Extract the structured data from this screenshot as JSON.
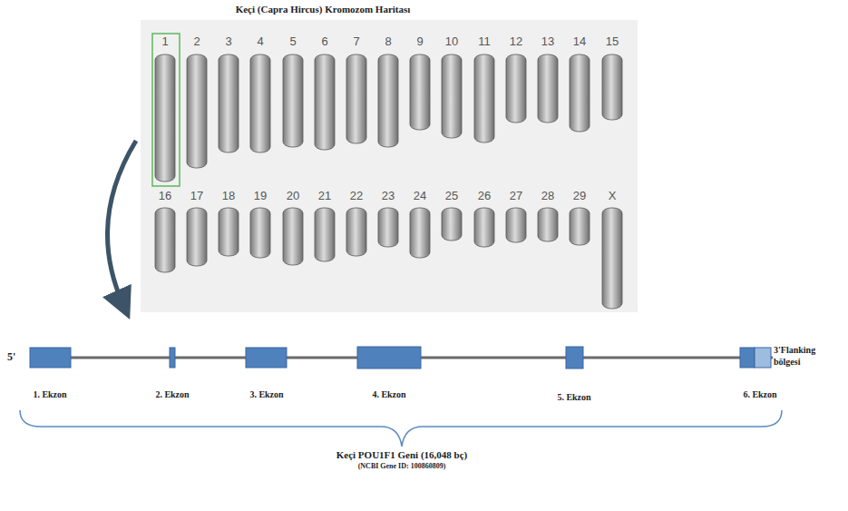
{
  "diagram": {
    "title": "Keçi (Capra Hircus) Kromozom Haritası",
    "labels": [
      "1",
      "2",
      "3",
      "4",
      "5",
      "6",
      "7",
      "8",
      "9",
      "10",
      "11",
      "12",
      "13",
      "14",
      "15",
      "16",
      "17",
      "18",
      "19",
      "20",
      "21",
      "22",
      "23",
      "24",
      "25",
      "26",
      "27",
      "28",
      "29",
      "X",
      "5'",
      "1. Ekzon",
      "2. Ekzon",
      "3. Ekzon",
      "4. Ekzon",
      "5. Ekzon",
      "6. Ekzon",
      "3'Flanking bölgesi",
      "Keçi POU1F1 Geni (16,048 bç)",
      "(NCBI Gene ID: 100860809)"
    ]
  }
}
